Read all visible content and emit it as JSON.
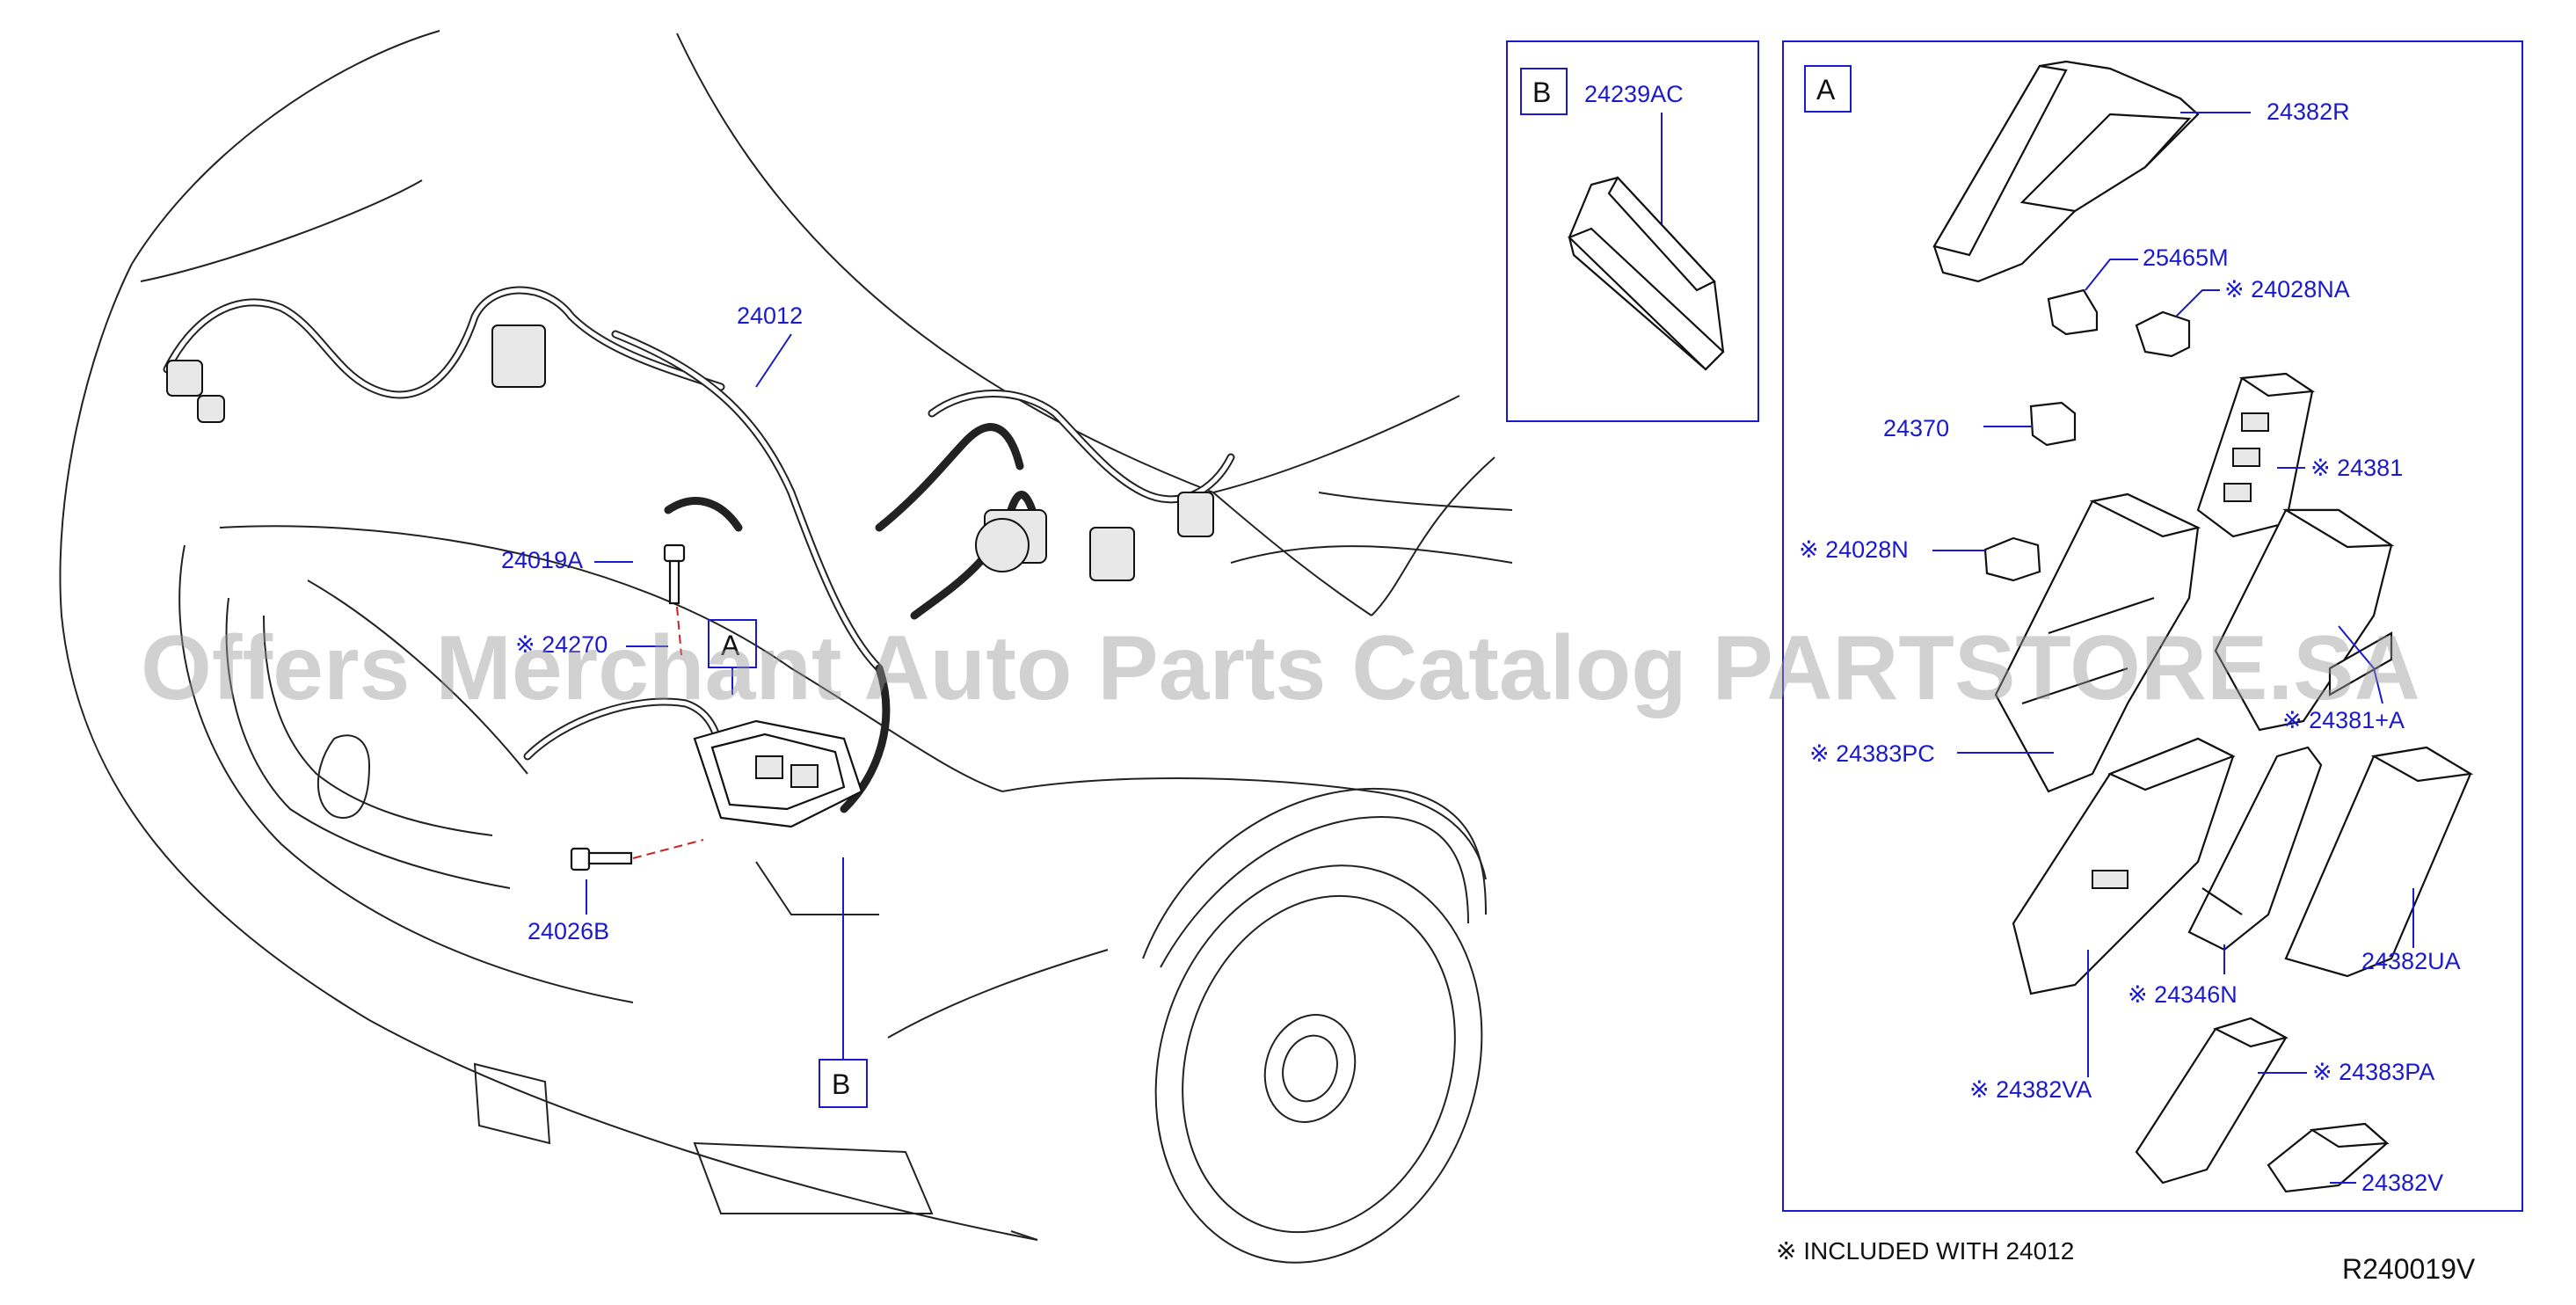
{
  "watermark": "Offers Merchant Auto Parts Catalog PARTSTORE.SA",
  "box_a_letter": "A",
  "box_b_letter": "B",
  "callouts": {
    "p24012": "24012",
    "p24019A": "24019A",
    "p24270": "※ 24270",
    "p24026B": "24026B",
    "p24239AC": "24239AC",
    "p24382R": "24382R",
    "p25465M": "25465M",
    "p24028NA": "※ 24028NA",
    "p24370": "24370",
    "p24381": "※ 24381",
    "p24028N": "※ 24028N",
    "p24383PC": "※ 24383PC",
    "p24381A": "※ 24381+A",
    "p24346N": "※ 24346N",
    "p24382UA": "24382UA",
    "p24382VA": "※ 24382VA",
    "p24383PA": "※ 24383PA",
    "p24382V": "24382V"
  },
  "footnote": "※  INCLUDED   WITH   24012",
  "diagram_code": "R240019V"
}
